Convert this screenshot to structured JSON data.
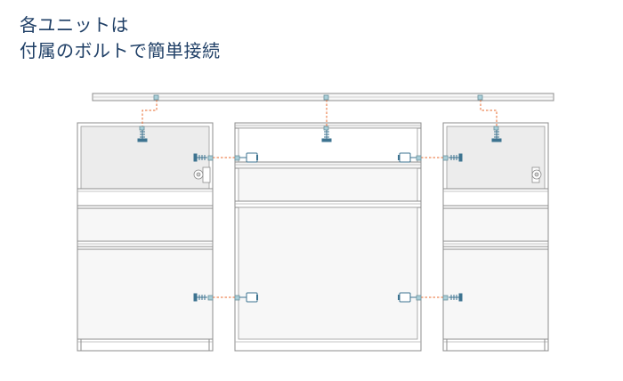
{
  "heading": {
    "line1": "各ユニットは",
    "line2": "付属のボルトで簡単接続"
  },
  "colors": {
    "heading": "#1f3f66",
    "outline": "#8c8c8c",
    "shelf_fill": "#ececec",
    "panel_fill": "#f7f7f7",
    "connector": "#e8692d",
    "bolt": "#3d7390"
  },
  "diagram": {
    "units": [
      "left-unit",
      "center-unit",
      "right-unit"
    ],
    "parts": [
      "top-rail",
      "connection-bolt",
      "connector-nut",
      "hinge"
    ]
  }
}
